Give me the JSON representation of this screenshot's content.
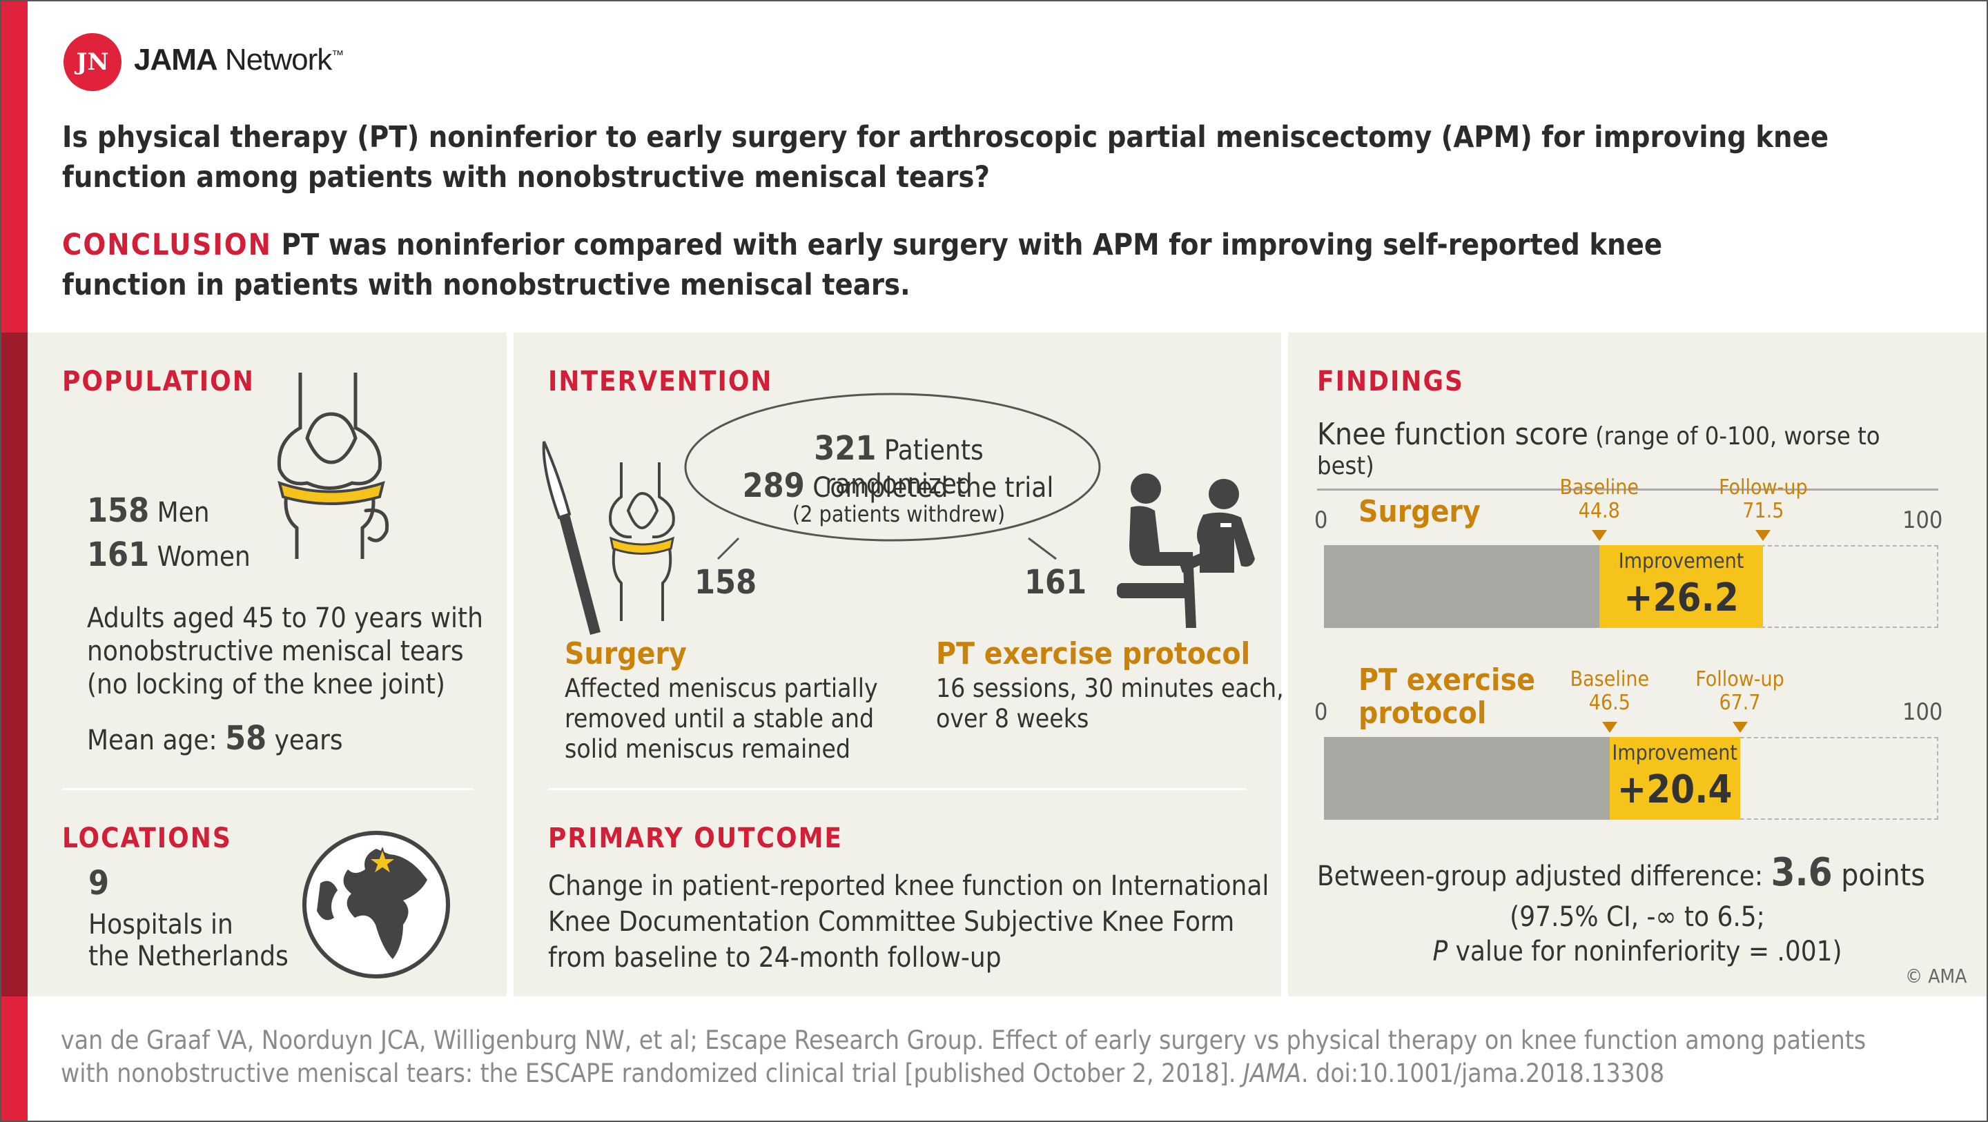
{
  "brand": {
    "logo_initials": "JN",
    "name_bold": "JAMA",
    "name_light": " Network",
    "tm": "™"
  },
  "question": "Is physical therapy (PT) noninferior to early surgery for arthroscopic partial meniscectomy (APM) for improving knee function among patients with nonobstructive meniscal tears?",
  "conclusion": {
    "label": "CONCLUSION",
    "text": " PT was noninferior compared with early surgery with APM for improving self-reported knee function in patients with nonobstructive meniscal tears."
  },
  "population": {
    "heading": "POPULATION",
    "men_count": "158",
    "men_label": " Men",
    "women_count": "161",
    "women_label": " Women",
    "desc_1": "Adults aged 45 to 70 years with",
    "desc_2": "nonobstructive meniscal tears",
    "desc_3": "(no locking of the knee joint)",
    "age_label": "Mean age: ",
    "age_value": "58",
    "age_unit": " years"
  },
  "locations": {
    "heading": "LOCATIONS",
    "count": "9",
    "label_1": "Hospitals in",
    "label_2": "the Netherlands"
  },
  "intervention": {
    "heading": "INTERVENTION",
    "randomized_count": "321",
    "randomized_label": " Patients randomized",
    "completed_count": "289",
    "completed_label": " Completed the trial",
    "withdrew": "(2 patients withdrew)",
    "surgery_n": "158",
    "pt_n": "161",
    "surgery_title": "Surgery",
    "surgery_desc_1": "Affected meniscus partially",
    "surgery_desc_2": "removed until a stable and",
    "surgery_desc_3": "solid meniscus remained",
    "pt_title": "PT exercise protocol",
    "pt_desc_1": "16 sessions, 30 minutes each,",
    "pt_desc_2": "over 8 weeks"
  },
  "primary_outcome": {
    "heading": "PRIMARY OUTCOME",
    "line_1": "Change in patient-reported knee function on International",
    "line_2": "Knee Documentation Committee Subjective Knee Form",
    "line_3": "from baseline to 24-month follow-up"
  },
  "findings": {
    "heading": "FINDINGS",
    "chart_title": "Knee function score",
    "chart_subtitle": " (range of 0-100, worse to best)",
    "axis_min": "0",
    "axis_max": "100",
    "baseline_label": "Baseline",
    "followup_label": "Follow-up",
    "improvement_label": "Improvement",
    "difference_label": "Between-group adjusted difference: ",
    "difference_value": "3.6",
    "difference_unit": " points",
    "ci_text": "(97.5% CI, -∞ to 6.5;",
    "p_italic": "P",
    "p_text": " value for noninferiority = .001)"
  },
  "chart_data": {
    "type": "bar",
    "title": "Knee function score",
    "subtitle": "(range of 0-100, worse to best)",
    "xlim": [
      0,
      100
    ],
    "groups": [
      {
        "name": "Surgery",
        "baseline": 44.8,
        "followup": 71.5,
        "improvement": "+26.2"
      },
      {
        "name": "PT exercise protocol",
        "name_line1": "PT exercise",
        "name_line2": "protocol",
        "baseline": 46.5,
        "followup": 67.7,
        "improvement": "+20.4"
      }
    ],
    "colors": {
      "baseline": "#a8a8a3",
      "improvement": "#f6c31b"
    }
  },
  "copyright": "© AMA",
  "citation": {
    "line_1": "van de Graaf VA, Noorduyn JCA, Willigenburg NW, et al; Escape Research Group. Effect of early surgery vs physical therapy on knee function among patients",
    "line_2_pre": "with nonobstructive meniscal tears: the ESCAPE randomized clinical trial [published October 2, 2018]. ",
    "journal": "JAMA",
    "line_2_post": ". doi:10.1001/jama.2018.13308"
  }
}
